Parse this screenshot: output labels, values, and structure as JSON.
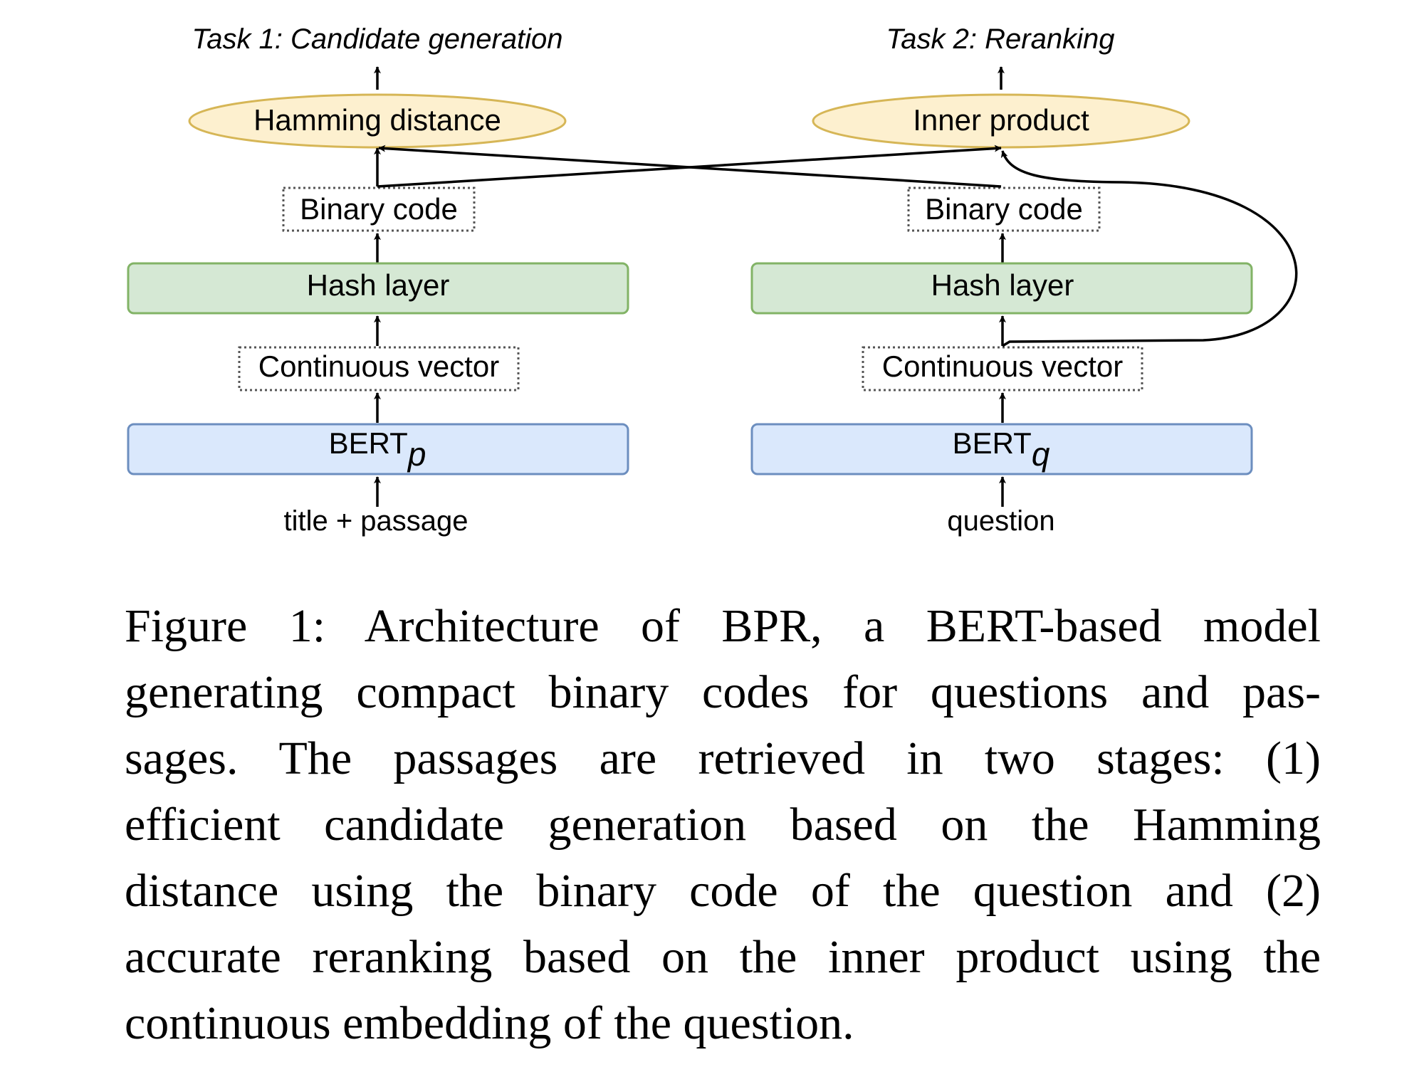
{
  "diagram": {
    "left_column": {
      "task_label": "Task 1: Candidate generation",
      "score_node": "Hamming distance",
      "code_node": "Binary code",
      "hash_node": "Hash layer",
      "vector_node": "Continuous vector",
      "encoder_base": "BERT",
      "encoder_sub": "p",
      "input_label": "title + passage"
    },
    "right_column": {
      "task_label": "Task 2: Reranking",
      "score_node": "Inner product",
      "code_node": "Binary code",
      "hash_node": "Hash layer",
      "vector_node": "Continuous vector",
      "encoder_base": "BERT",
      "encoder_sub": "q",
      "input_label": "question"
    },
    "colors": {
      "score_fill": "#fdf0cf",
      "score_stroke": "#d6b656",
      "hash_fill": "#d5e8d4",
      "hash_stroke": "#82b366",
      "encoder_fill": "#dae8fc",
      "encoder_stroke": "#6c8ebf",
      "dotted_stroke": "#555555",
      "arrow": "#000000"
    }
  },
  "caption": {
    "lines": [
      "Figure 1: Architecture of BPR, a BERT-based model",
      "generating compact binary codes for questions and pas-",
      "sages. The passages are retrieved in two stages: (1)",
      "efficient candidate generation based on the Hamming",
      "distance using the binary code of the question and (2)",
      "accurate reranking based on the inner product using the",
      "continuous embedding of the question."
    ]
  }
}
